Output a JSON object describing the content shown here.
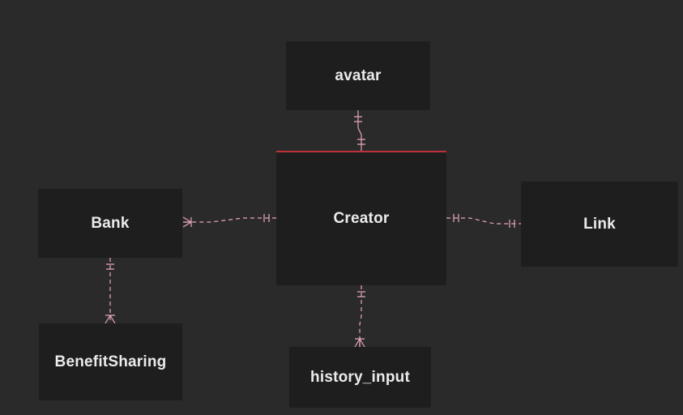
{
  "diagram": {
    "entities": {
      "avatar": "avatar",
      "creator": "Creator",
      "bank": "Bank",
      "link": "Link",
      "benefit_sharing": "BenefitSharing",
      "history_input": "history_input"
    },
    "relationships": [
      {
        "from": "Creator",
        "to": "avatar",
        "from_cardinality": "exactly-one",
        "to_cardinality": "exactly-one"
      },
      {
        "from": "Creator",
        "to": "Bank",
        "from_cardinality": "exactly-one",
        "to_cardinality": "one-or-more"
      },
      {
        "from": "Creator",
        "to": "Link",
        "from_cardinality": "exactly-one",
        "to_cardinality": "exactly-one"
      },
      {
        "from": "Creator",
        "to": "history_input",
        "from_cardinality": "exactly-one",
        "to_cardinality": "one-or-more"
      },
      {
        "from": "Bank",
        "to": "BenefitSharing",
        "from_cardinality": "exactly-one",
        "to_cardinality": "one-or-more"
      }
    ],
    "colors": {
      "background": "#2a2a2a",
      "entity_fill": "#1e1e1e",
      "entity_text": "#ebebeb",
      "connector": "#e7a8b8",
      "selected_border": "#c0303a"
    }
  }
}
